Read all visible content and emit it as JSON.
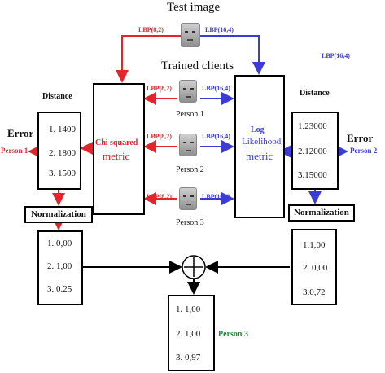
{
  "colors": {
    "red": "#e3242b",
    "blue": "#3b3bd6",
    "green": "#1f8a3a",
    "black": "#000000"
  },
  "test_image": {
    "label": "Test image",
    "icon": "face-image"
  },
  "trained_clients": {
    "label": "Trained clients"
  },
  "lbp_labels": {
    "red": "LBP(8,2)",
    "blue": "LBP(16,4)",
    "blue_corner": "LBP(16,4)"
  },
  "persons": [
    {
      "label": "Person 1",
      "icon": "face-image"
    },
    {
      "label": "Person 2",
      "icon": "face-image"
    },
    {
      "label": "Person 3",
      "icon": "face-image"
    }
  ],
  "chi_metric": {
    "line1": "Chi squared",
    "line2": "metric"
  },
  "log_metric": {
    "line1": "Log",
    "line2": "Likelihood",
    "line3": "metric"
  },
  "left_distance": {
    "heading": "Distance",
    "values": [
      "1. 1400",
      "2. 1800",
      "3. 1500"
    ]
  },
  "right_distance": {
    "heading": "Distance",
    "values": [
      "1.23000",
      "2.12000",
      "3.15000"
    ]
  },
  "left_error": {
    "label": "Error",
    "person": "Person 1"
  },
  "right_error": {
    "label": "Error",
    "person": "Person 2"
  },
  "left_normalization": {
    "label": "Normalization",
    "values": [
      "1. 0,00",
      "2. 1,00",
      "3. 0.25"
    ]
  },
  "right_normalization": {
    "label": "Normalization",
    "values": [
      "1.1,00",
      "2. 0,00",
      "3.0,72"
    ]
  },
  "fusion": {
    "icon": "plus-circle",
    "values": [
      "1. 1,00",
      "2. 1,00",
      "3. 0,97"
    ],
    "result": "Person 3"
  }
}
